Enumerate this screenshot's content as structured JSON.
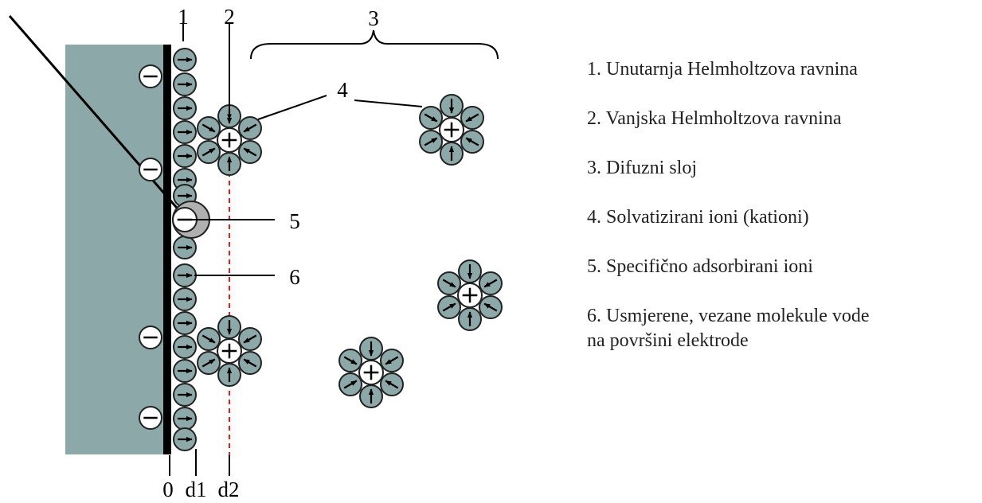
{
  "diagram": {
    "zone_labels": {
      "inner_plane": "1",
      "outer_plane": "2",
      "diffuse_layer": "3",
      "solvated_ions": "4",
      "adsorbed_ion": "5",
      "water_molecules": "6"
    },
    "distance_labels": {
      "electrode_surface": "0",
      "d1": "d1",
      "d2": "d2"
    },
    "colors": {
      "electrode": "#8ca8a8",
      "water": "#8ca8a8",
      "adsorbed_shell": "#b0b0b0",
      "outer_plane_line": "#e02020"
    },
    "icons": {
      "anion": "minus-circle",
      "cation": "plus-circle",
      "water": "arrow-circle"
    }
  },
  "legend": {
    "items": [
      "1. Unutarnja Helmholtzova ravnina",
      "2. Vanjska Helmholtzova ravnina",
      "3. Difuzni sloj",
      "4. Solvatizirani ioni (kationi)",
      "5. Specifično adsorbirani ioni",
      "6. Usmjerene, vezane molekule vode",
      "na površini elektrode"
    ]
  }
}
